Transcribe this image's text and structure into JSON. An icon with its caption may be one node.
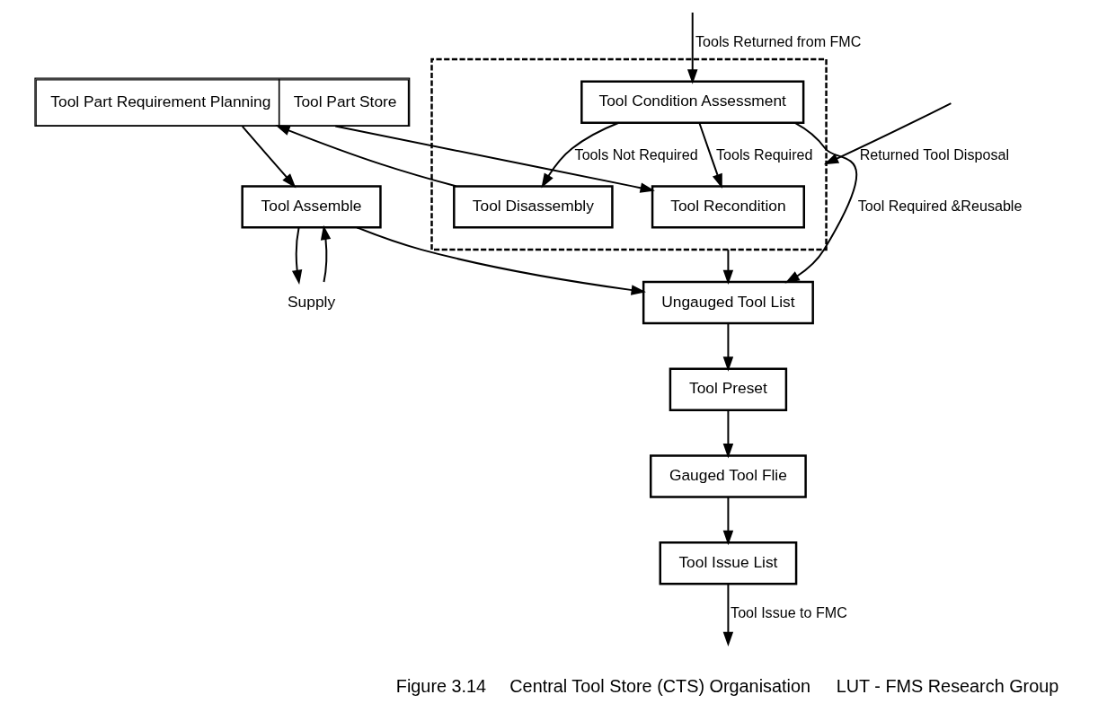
{
  "diagram": {
    "nodes": [
      {
        "text": [
          "Tool Preset"
        ]
      },
      {
        "text": [
          "Gauged Tool Flie"
        ]
      },
      {
        "text": [
          "Tool Issue List"
        ]
      },
      {
        "text": [
          "Supply"
        ]
      },
      {
        "text": [
          "Tool Assemble"
        ]
      },
      {
        "text": [
          "Ungauged Tool List"
        ]
      },
      {
        "text": [],
        "shape": "box"
      },
      {
        "text": [
          "Tool Recondition"
        ],
        "in": 6
      },
      {
        "text": [
          "Tool Condition Assessment"
        ],
        "in": 6
      },
      {
        "text": [
          "Tool Disassembly"
        ],
        "in": 6
      },
      {
        "text": [
          "Tool Part Requirement Planning",
          "Tool Part Store"
        ]
      }
    ],
    "edges": [
      {
        "from": 4,
        "to": 3,
        "arrow": "to"
      },
      {
        "from": 3,
        "to": 4,
        "arrow": "to"
      },
      {
        "from": 0,
        "to": 1,
        "arrow": "to"
      },
      {
        "from": 1,
        "to": 2,
        "arrow": "to"
      },
      {
        "from": 2,
        "to": null,
        "arrow": "to",
        "label": "Tool Issue to FMC"
      },
      {
        "from": 5,
        "to": 0,
        "arrow": "to"
      },
      {
        "from": 4,
        "to": 5,
        "arrow": "to"
      },
      {
        "from": 8,
        "to": 5,
        "arrow": "to",
        "label": "Tool Required &Reusable"
      },
      {
        "from": 6,
        "to": 5,
        "arrow": "to"
      },
      {
        "from": 10,
        "to": 4,
        "arrow": "to"
      },
      {
        "from": 10,
        "to": 7,
        "arrow": "to"
      },
      {
        "from": 8,
        "to": 7,
        "arrow": "to",
        "label": "Tools Required"
      },
      {
        "from": 8,
        "to": 9,
        "arrow": "to",
        "label": "Tools Not Required"
      },
      {
        "from": 9,
        "to": 10,
        "arrow": "to"
      },
      {
        "from": null,
        "to": 8,
        "arrow": "to",
        "label": "Tools Returned from FMC"
      },
      {
        "from": null,
        "to": 6,
        "arrow": "to",
        "label": "Returned Tool Disposal"
      }
    ],
    "labels": [
      "Figure 3.14",
      "Central Tool Store (CTS) Organisation",
      "LUT - FMS Research Group"
    ]
  }
}
